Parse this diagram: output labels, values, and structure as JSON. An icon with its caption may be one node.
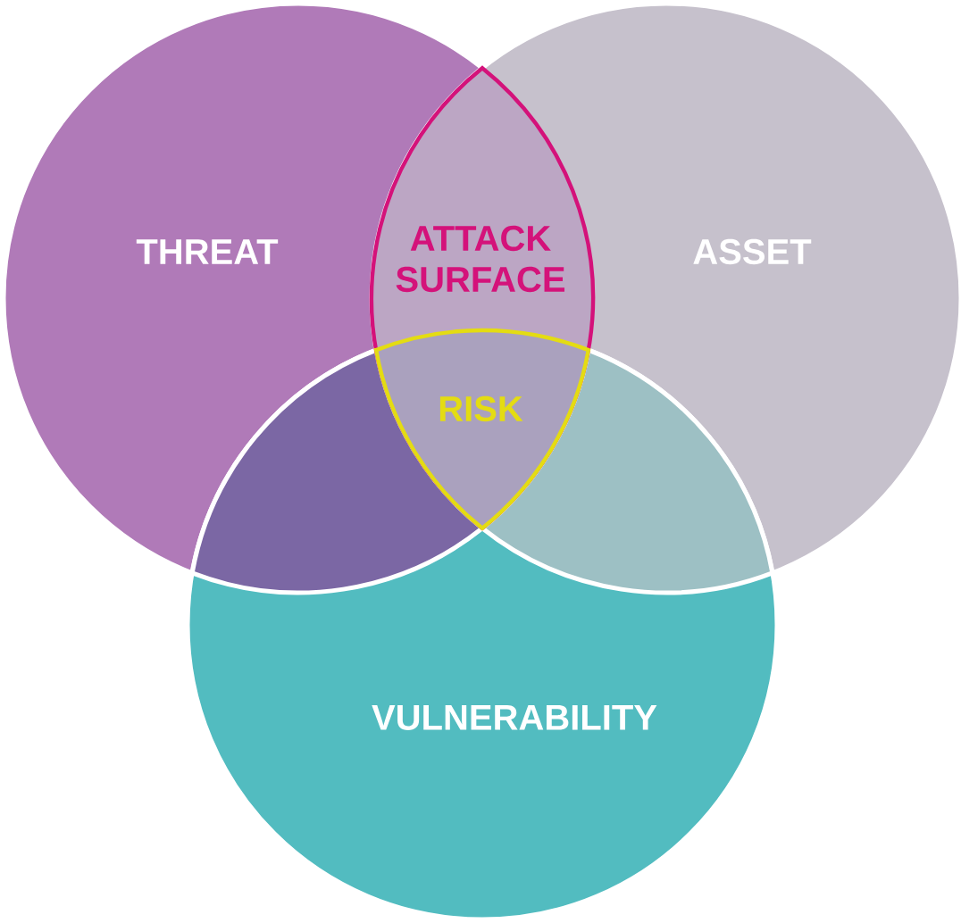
{
  "diagram": {
    "nodes": [
      {
        "text": [
          "THREAT"
        ]
      },
      {
        "text": [
          "ASSET"
        ]
      },
      {
        "text": [
          "VULNERABILITY"
        ]
      },
      {
        "text": [
          "ATTACK SURFACE"
        ]
      },
      {
        "text": [
          "RISK"
        ]
      }
    ]
  }
}
